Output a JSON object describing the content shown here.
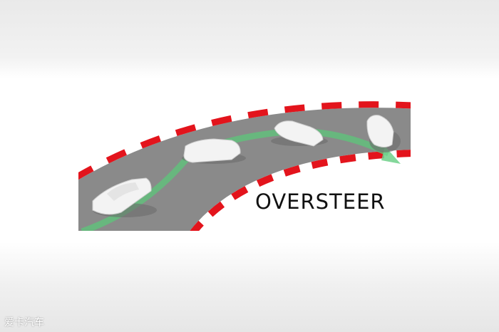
{
  "illustration": {
    "title": "OVERSTEER",
    "colors": {
      "road": "#8c8c8c",
      "curb_red": "#e3141c",
      "curb_white": "#ffffff",
      "path": "#5fc27a",
      "car": "#f2f2f2"
    },
    "car_count": 4
  },
  "watermark": "爱卡汽车"
}
